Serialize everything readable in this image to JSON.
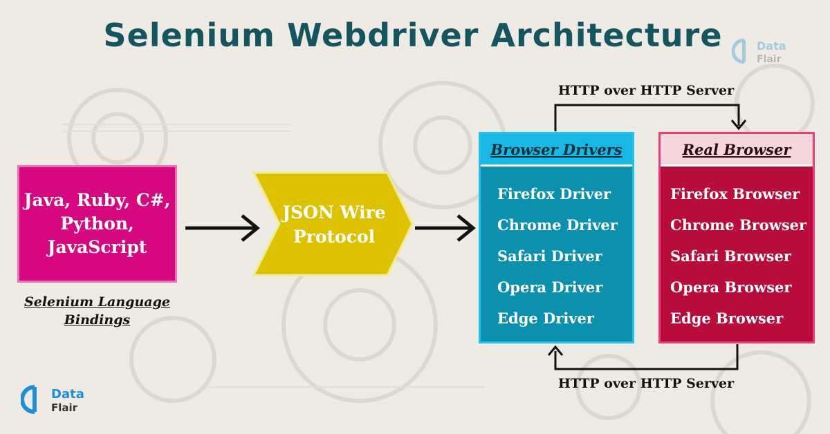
{
  "title": "Selenium Webdriver Architecture",
  "language_bindings": {
    "lines": [
      "Java, Ruby, C#,",
      "Python,",
      "JavaScript"
    ],
    "caption_lines": [
      "Selenium Language",
      "Bindings"
    ]
  },
  "json_wire_protocol": {
    "lines": [
      "JSON Wire",
      "Protocol"
    ]
  },
  "browser_drivers": {
    "header": "Browser Drivers",
    "items": [
      "Firefox Driver",
      "Chrome Driver",
      "Safari Driver",
      "Opera Driver",
      "Edge Driver"
    ]
  },
  "real_browser": {
    "header": "Real Browser",
    "items": [
      "Firefox Browser",
      "Chrome Browser",
      "Safari Browser",
      "Opera Browser",
      "Edge Browser"
    ]
  },
  "http_top_label": "HTTP over HTTP Server",
  "http_bottom_label": "HTTP over HTTP Server",
  "logo": {
    "line1": "Data",
    "line2": "Flair"
  },
  "colors": {
    "background": "#eeebe4",
    "title": "#145560",
    "language_box": "#d6087f",
    "json_arrow": "#dcc203",
    "drivers_box": "#0b91ad",
    "drivers_header": "#19b7e3",
    "browser_box": "#b80d3b",
    "browser_header": "#f5d6dc",
    "logo_blue": "#1e8fd6"
  }
}
